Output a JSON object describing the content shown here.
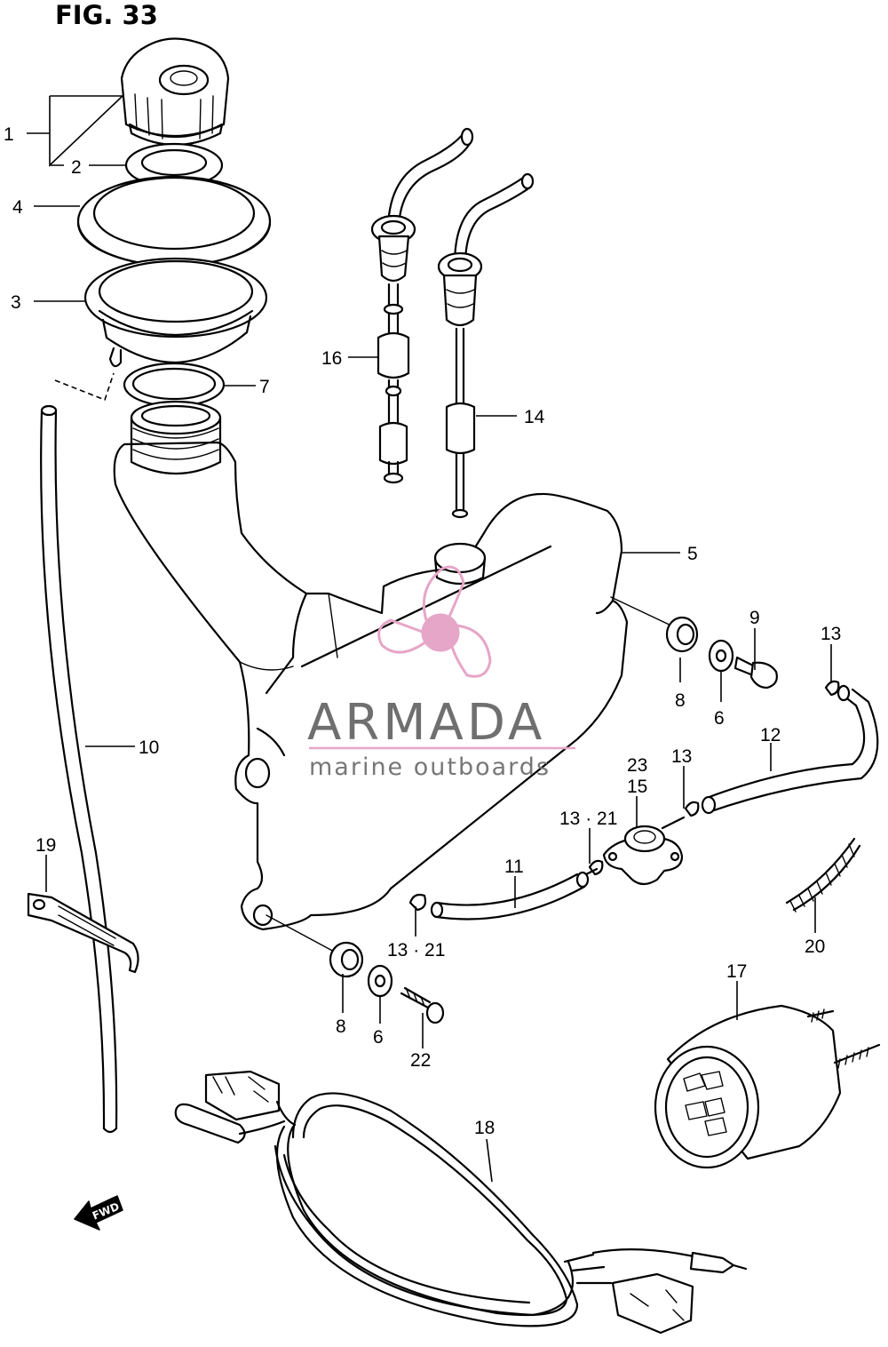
{
  "figure": {
    "title": "FIG. 33"
  },
  "watermark": {
    "brand": "ARMADA",
    "tagline": "marine outboards",
    "logo_icon": "propeller-icon",
    "color_logo": "#e6a6c8",
    "color_text": "#6f6f6f"
  },
  "direction_marker": {
    "label": "FWD",
    "icon": "arrow-left-icon"
  },
  "callouts": {
    "c1": "1",
    "c2": "2",
    "c3": "3",
    "c4": "4",
    "c5": "5",
    "c6a": "6",
    "c6b": "6",
    "c7": "7",
    "c8a": "8",
    "c8b": "8",
    "c9": "9",
    "c10": "10",
    "c11": "11",
    "c12": "12",
    "c13a": "13",
    "c13b": "13",
    "c13_21a": "13 · 21",
    "c13_21b": "13 · 21",
    "c14": "14",
    "c15": "15",
    "c16": "16",
    "c17": "17",
    "c18": "18",
    "c19": "19",
    "c20": "20",
    "c22": "22",
    "c23": "23"
  }
}
